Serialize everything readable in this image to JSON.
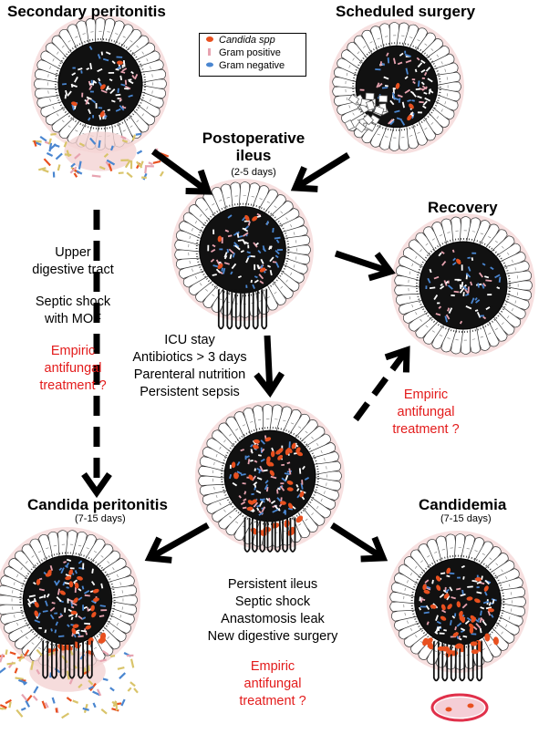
{
  "titles": {
    "secondary": "Secondary peritonitis",
    "scheduled": "Scheduled surgery",
    "postop_line1": "Postoperative",
    "postop_line2": "ileus",
    "postop_days": "(2-5 days)",
    "recovery": "Recovery",
    "candida_perit": "Candida peritonitis",
    "candida_perit_days": "(7-15 days)",
    "candidemia": "Candidemia",
    "candidemia_days": "(7-15 days)"
  },
  "legend": {
    "candida": "Candida spp",
    "gram_pos": "Gram positive",
    "gram_neg": "Gram negative"
  },
  "left_text": {
    "l1": "Upper",
    "l2": "digestive tract",
    "l3": "Septic shock",
    "l4": "with MOF",
    "r1": "Empiric",
    "r2": "antifungal",
    "r3": "treatment ?"
  },
  "center_text": {
    "l1": "ICU stay",
    "l2": "Antibiotics > 3 days",
    "l3": "Parenteral nutrition",
    "l4": "Persistent sepsis"
  },
  "right_mid_text": {
    "r1": "Empiric",
    "r2": "antifungal",
    "r3": "treatment ?"
  },
  "bottom_text": {
    "l1": "Persistent ileus",
    "l2": "Septic shock",
    "l3": "Anastomosis leak",
    "l4": "New digestive surgery",
    "r1": "Empiric",
    "r2": "antifungal",
    "r3": "treatment ?"
  },
  "colors": {
    "candida": "#e8501f",
    "gram_pos": "#e7a3b0",
    "gram_neg": "#4a86d0",
    "treatment_text": "#e31b1b",
    "lumen": "#111111",
    "halo": "#f4d3d3"
  }
}
